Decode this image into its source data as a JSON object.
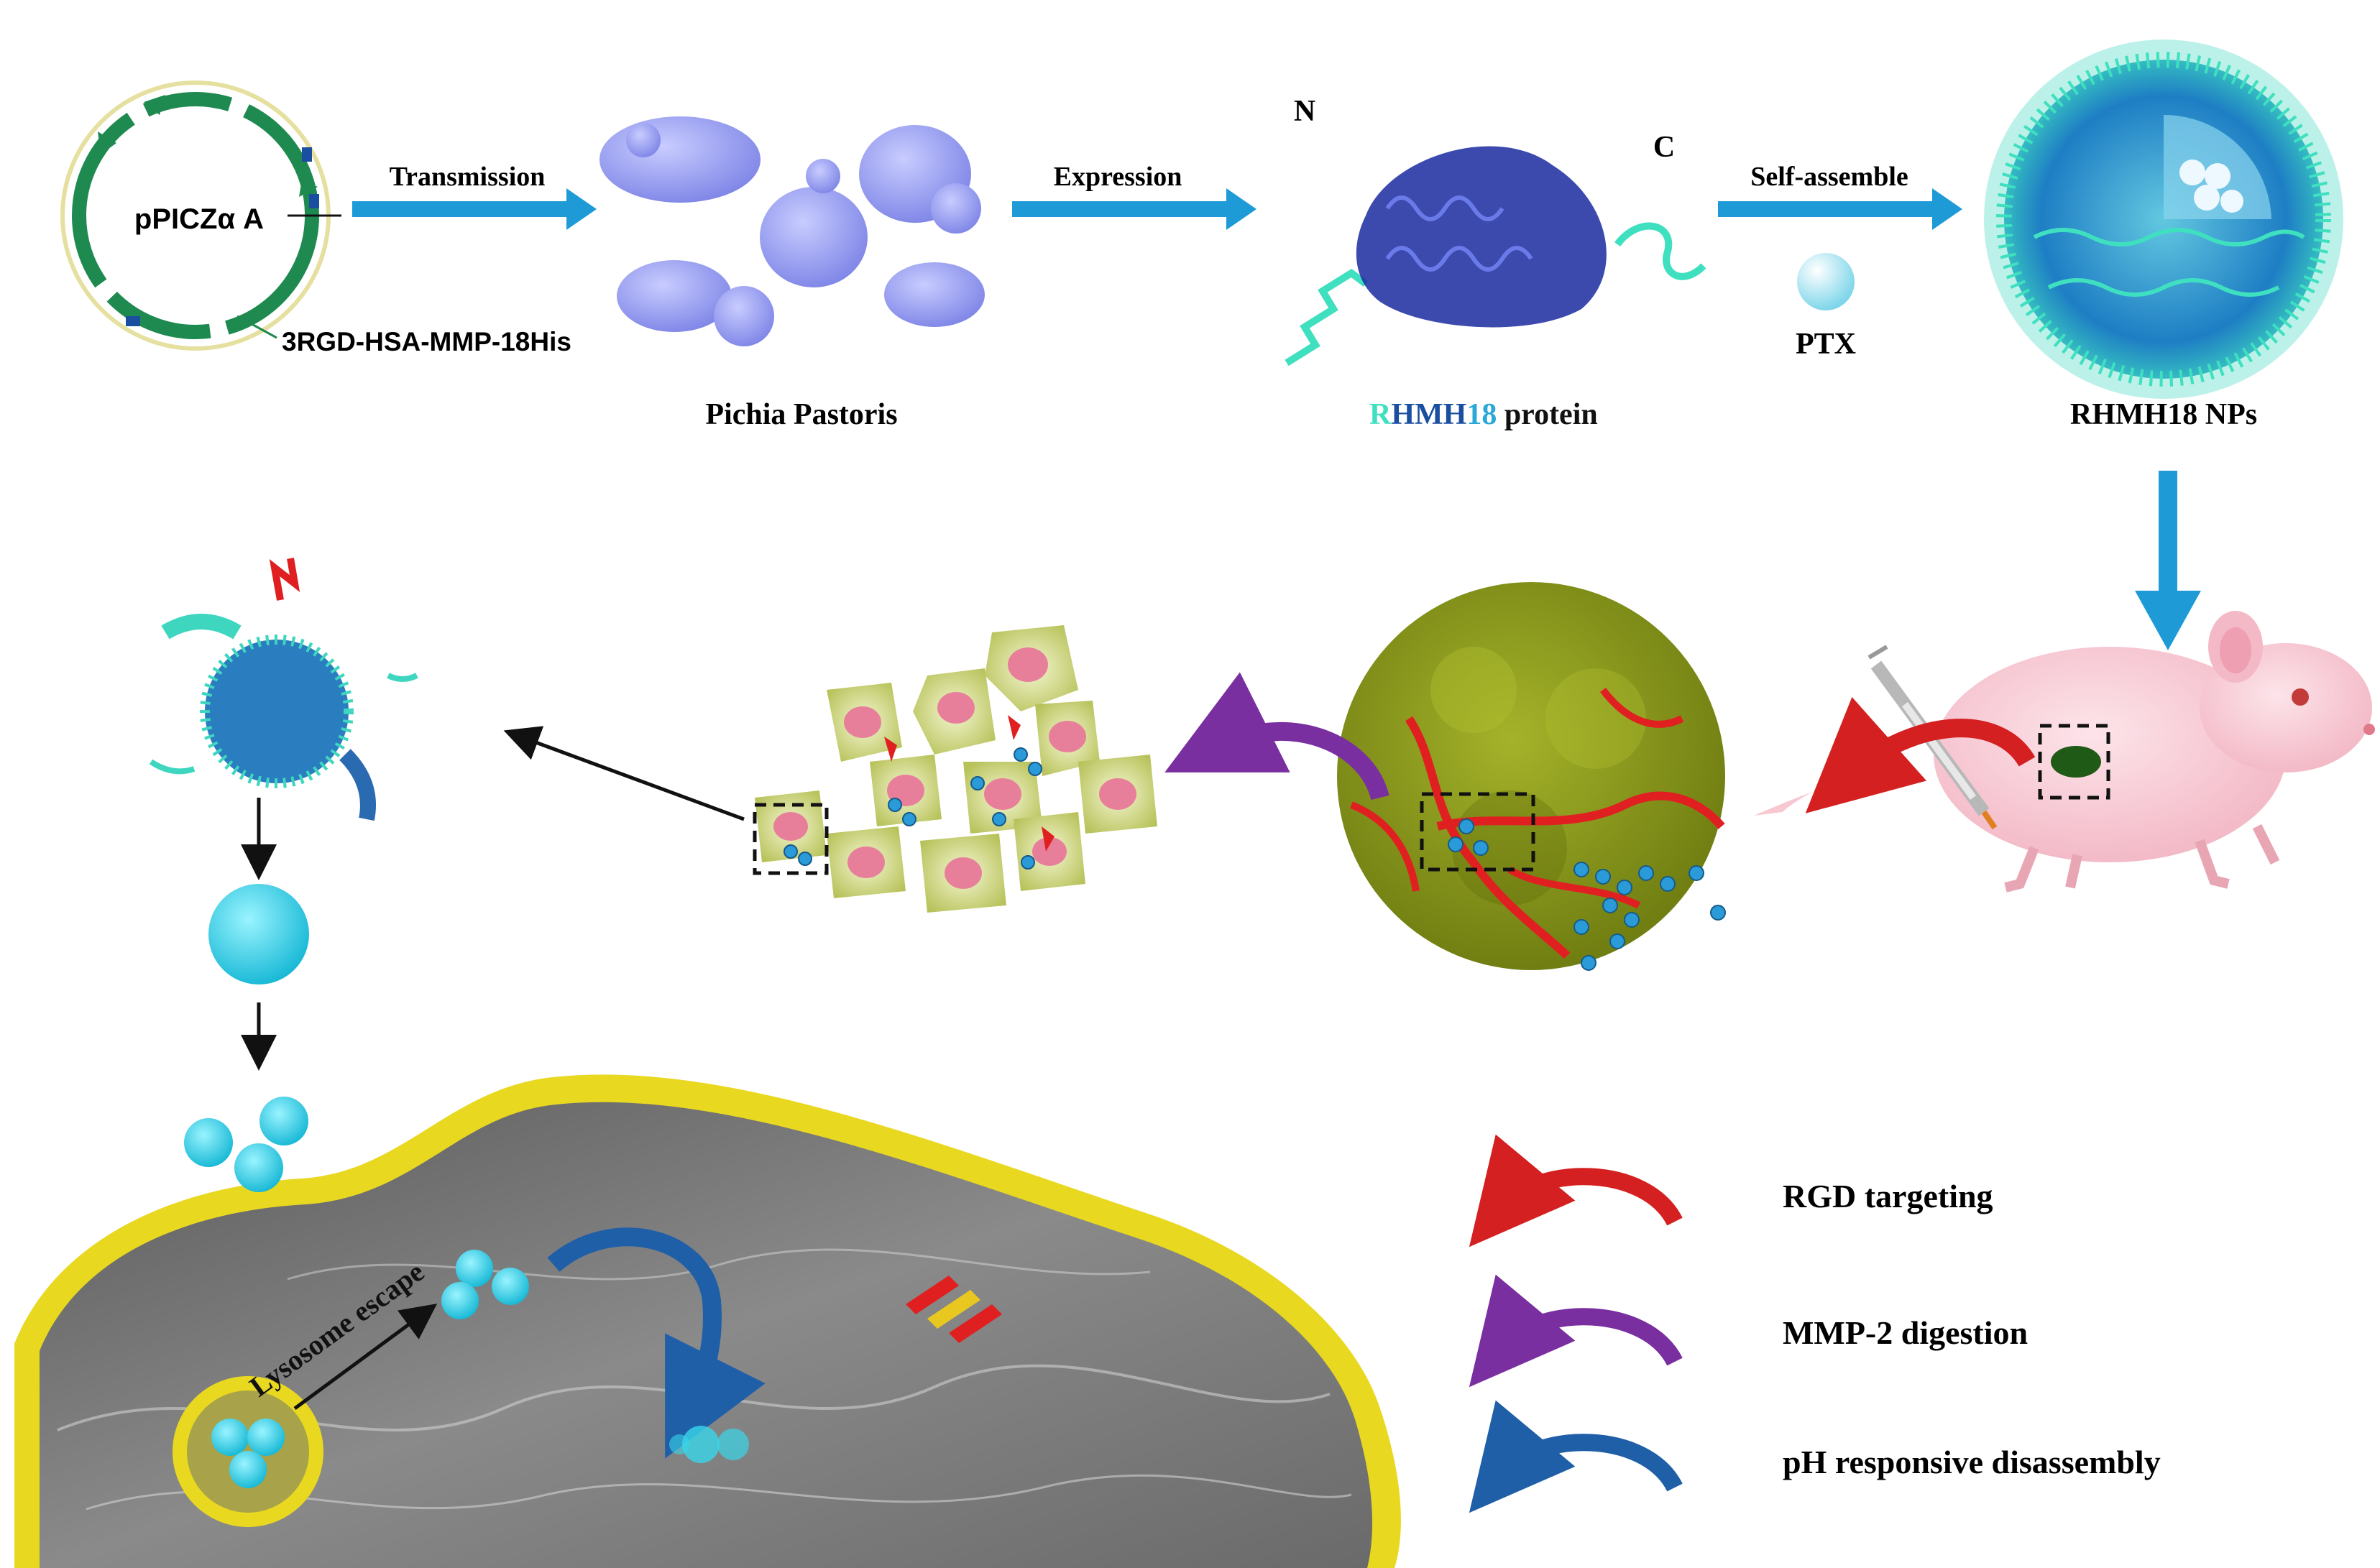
{
  "plasmid": {
    "name": "pPICZα A",
    "construct": "3RGD-HSA-MMP-18His"
  },
  "steps": {
    "transmission": "Transmission",
    "expression": "Expression",
    "self_assemble": "Self-assemble"
  },
  "organism": "Pichia Pastoris",
  "protein": {
    "prefix_r": "R",
    "prefix_hmh": "HMH",
    "prefix_18": "18",
    "suffix": " protein",
    "n_term": "N",
    "c_term": "C"
  },
  "drug": "PTX",
  "nanoparticle": "RHMH18 NPs",
  "lysosome_escape": "Lysosome escape",
  "legend": [
    {
      "label": "RGD targeting",
      "color": "#d42020"
    },
    {
      "label": "MMP-2 digestion",
      "color": "#7a2fa0"
    },
    {
      "label": "pH responsive disassembly",
      "color": "#1f5fa8"
    }
  ],
  "colors": {
    "arrow_blue": "#1e9bd7",
    "tumor": "#8a9a18",
    "vessel": "#e02020",
    "np_cyan": "#28d4e8",
    "membrane": "#e8d820",
    "cell_body": "#d6e08a",
    "nucleus": "#e87f9a",
    "yeast": "#9aa0f0",
    "protein": "#1a2aa0"
  }
}
